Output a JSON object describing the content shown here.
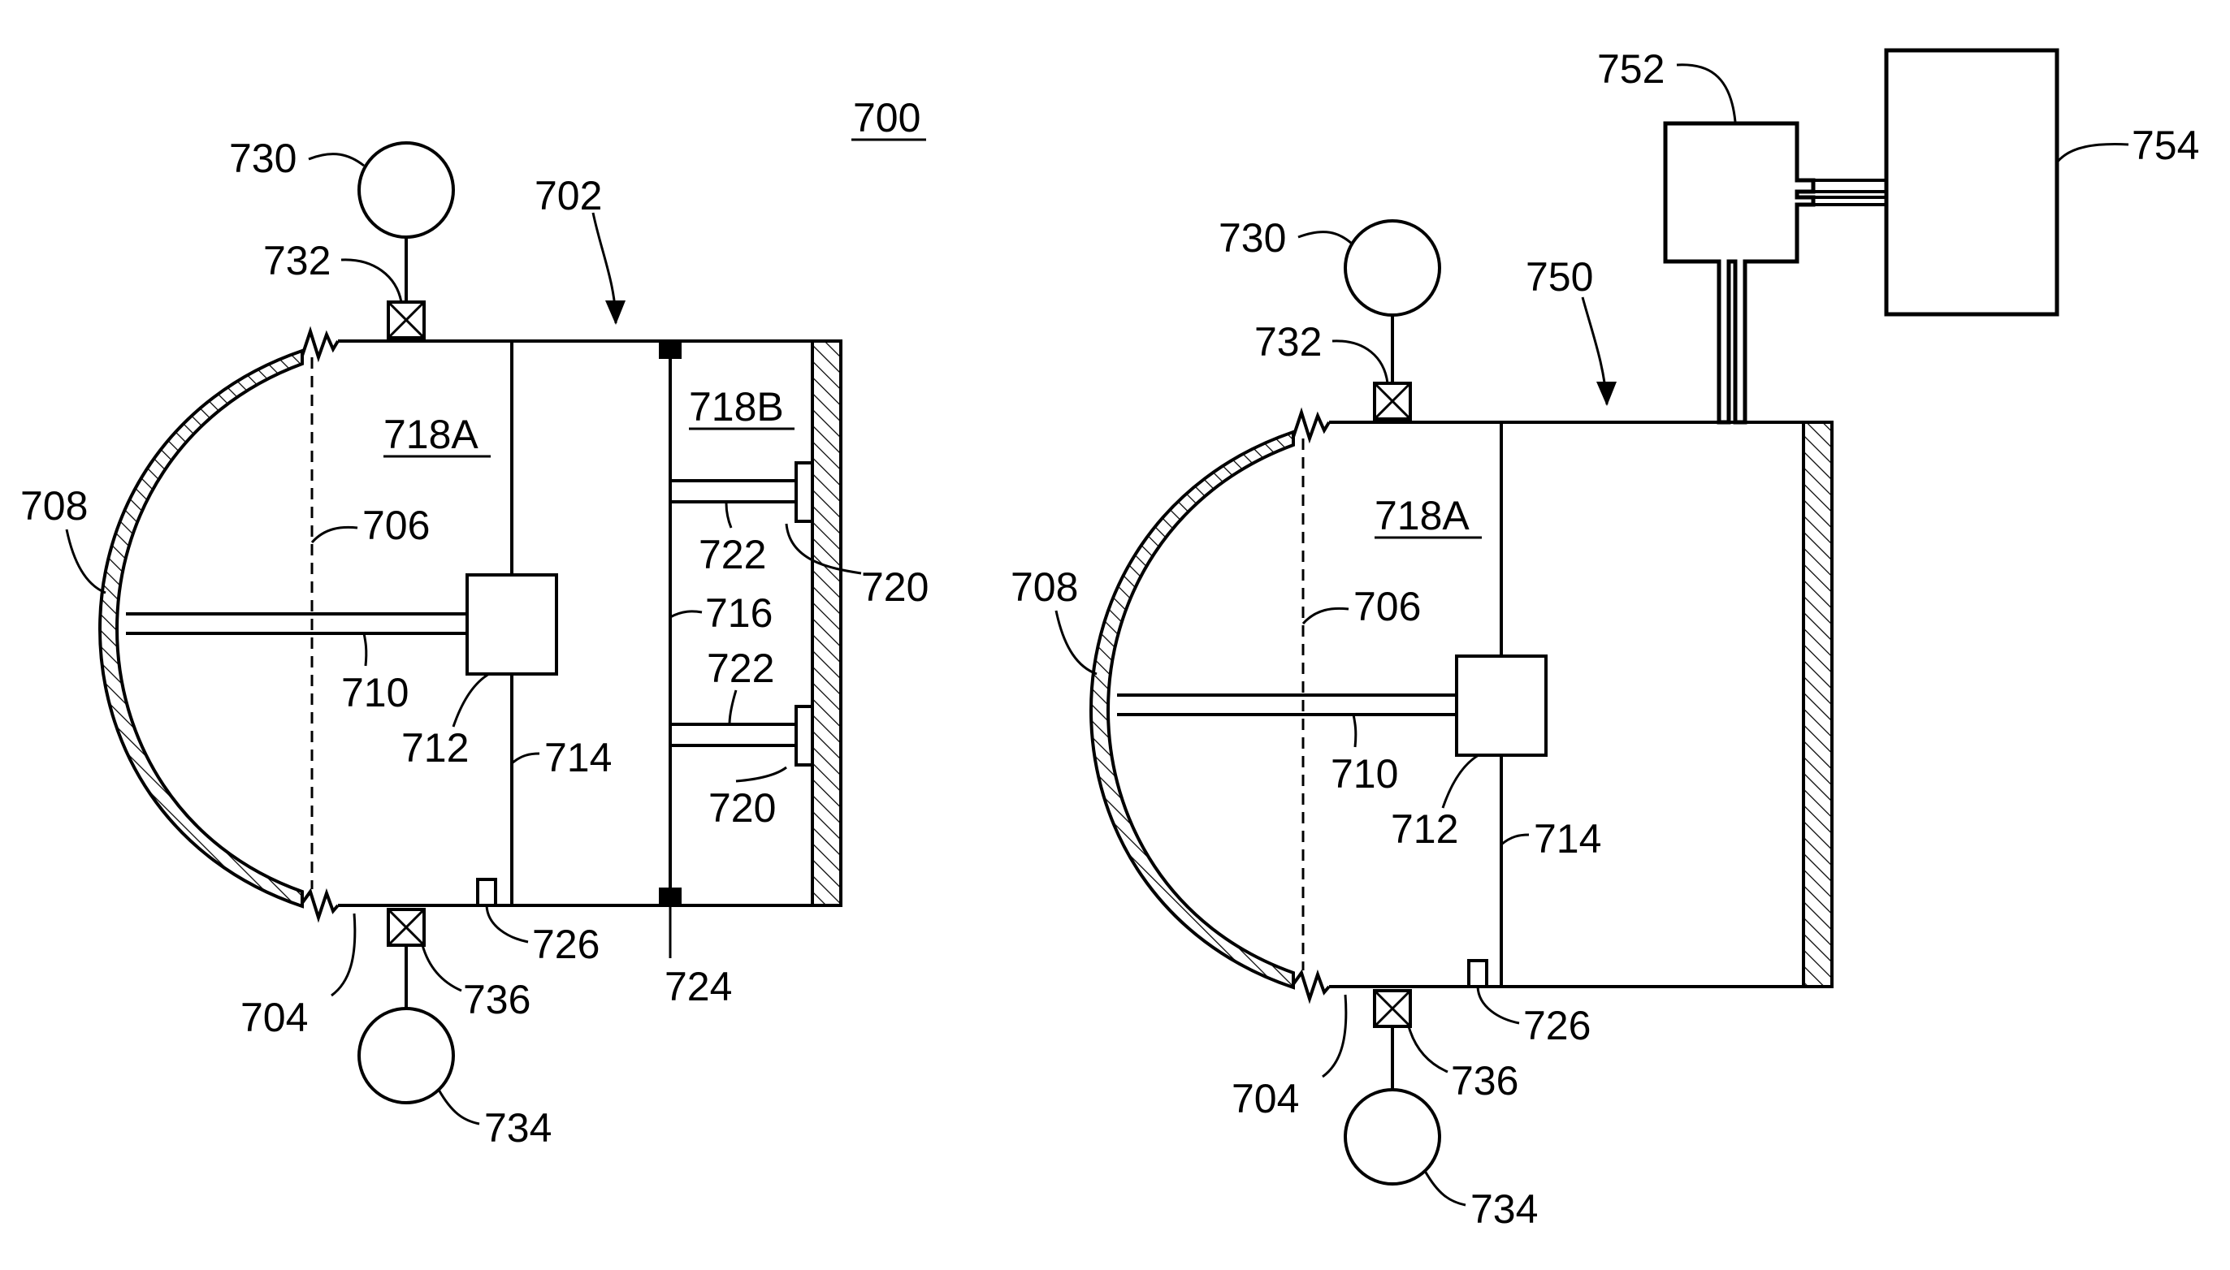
{
  "figure": {
    "number": "700",
    "left_view": {
      "assembly_ref": "702",
      "labels": {
        "housing": "704",
        "dashed_line": "706",
        "dome": "708",
        "shaft": "710",
        "block": "712",
        "divider": "714",
        "inner_wall": "716",
        "chamber_a": "718A",
        "chamber_b": "718B",
        "foot_top": "720",
        "foot_bottom": "720",
        "rod_top": "722",
        "rod_bottom": "722",
        "pivot": "724",
        "corner": "726",
        "top_sphere": "730",
        "top_valve": "732",
        "bottom_sphere": "734",
        "bottom_valve": "736"
      }
    },
    "right_view": {
      "assembly_ref": "750",
      "labels": {
        "housing": "704",
        "dashed_line": "706",
        "dome": "708",
        "shaft": "710",
        "block": "712",
        "divider": "714",
        "chamber_a": "718A",
        "corner": "726",
        "top_sphere": "730",
        "top_valve": "732",
        "bottom_sphere": "734",
        "bottom_valve": "736",
        "module_small": "752",
        "module_large": "754"
      }
    }
  }
}
